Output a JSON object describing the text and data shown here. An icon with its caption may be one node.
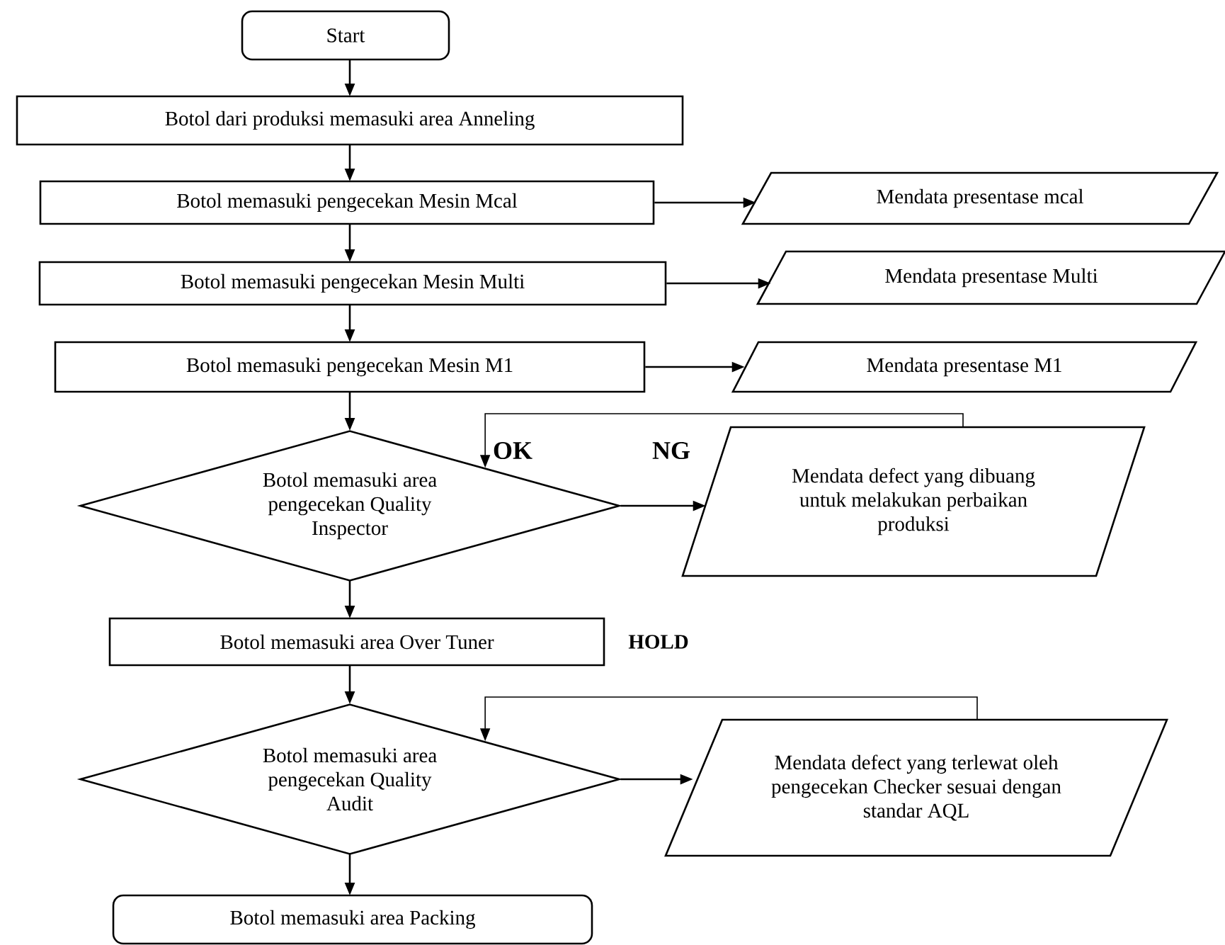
{
  "diagram": {
    "nodes": [
      {
        "text": [
          "Start"
        ]
      },
      {
        "text": [
          "Botol dari produksi memasuki area Anneling"
        ]
      },
      {
        "text": [
          "Botol memasuki pengecekan Mesin Mcal"
        ]
      },
      {
        "text": [
          "Botol memasuki pengecekan Mesin Multi"
        ]
      },
      {
        "text": [
          "Botol memasuki pengecekan Mesin M1"
        ]
      },
      {
        "text": [
          "Botol memasuki area pengecekan Quality Inspector"
        ]
      },
      {
        "text": [
          "Botol memasuki area Over Tuner"
        ]
      },
      {
        "text": [
          "Botol memasuki area pengecekan Quality Audit"
        ]
      },
      {
        "text": [
          "Botol memasuki area Packing"
        ]
      },
      {
        "text": [
          "Mendata presentase mcal"
        ]
      },
      {
        "text": [
          "Mendata presentase Multi"
        ]
      },
      {
        "text": [
          "Mendata presentase M1"
        ]
      },
      {
        "text": [
          "Mendata defect yang dibuang untuk melakukan perbaikan produksi"
        ]
      },
      {
        "text": [
          "Mendata defect yang terlewat oleh pengecekan Checker sesuai dengan standar AQL"
        ]
      }
    ],
    "edges": [
      {
        "from": 0,
        "to": 1,
        "arrow": "to"
      },
      {
        "from": 1,
        "to": 2,
        "arrow": "to"
      },
      {
        "from": 2,
        "to": 3,
        "arrow": "to"
      },
      {
        "from": 3,
        "to": 4,
        "arrow": "to"
      },
      {
        "from": 4,
        "to": 5,
        "arrow": "to"
      },
      {
        "from": 5,
        "to": 6,
        "arrow": "to"
      },
      {
        "from": 6,
        "to": 7,
        "arrow": "to"
      },
      {
        "from": 7,
        "to": 8,
        "arrow": "to"
      },
      {
        "from": 2,
        "to": 9,
        "arrow": "to"
      },
      {
        "from": 3,
        "to": 10,
        "arrow": "to"
      },
      {
        "from": 4,
        "to": 11,
        "arrow": "to"
      },
      {
        "from": 5,
        "to": 12,
        "arrow": "to",
        "label": "NG"
      },
      {
        "from": 12,
        "to": 5,
        "arrow": "to",
        "label": "OK"
      },
      {
        "from": 7,
        "to": 13,
        "arrow": "to"
      },
      {
        "from": 13,
        "to": 7,
        "arrow": "to"
      }
    ],
    "labels": [
      "HOLD"
    ]
  }
}
